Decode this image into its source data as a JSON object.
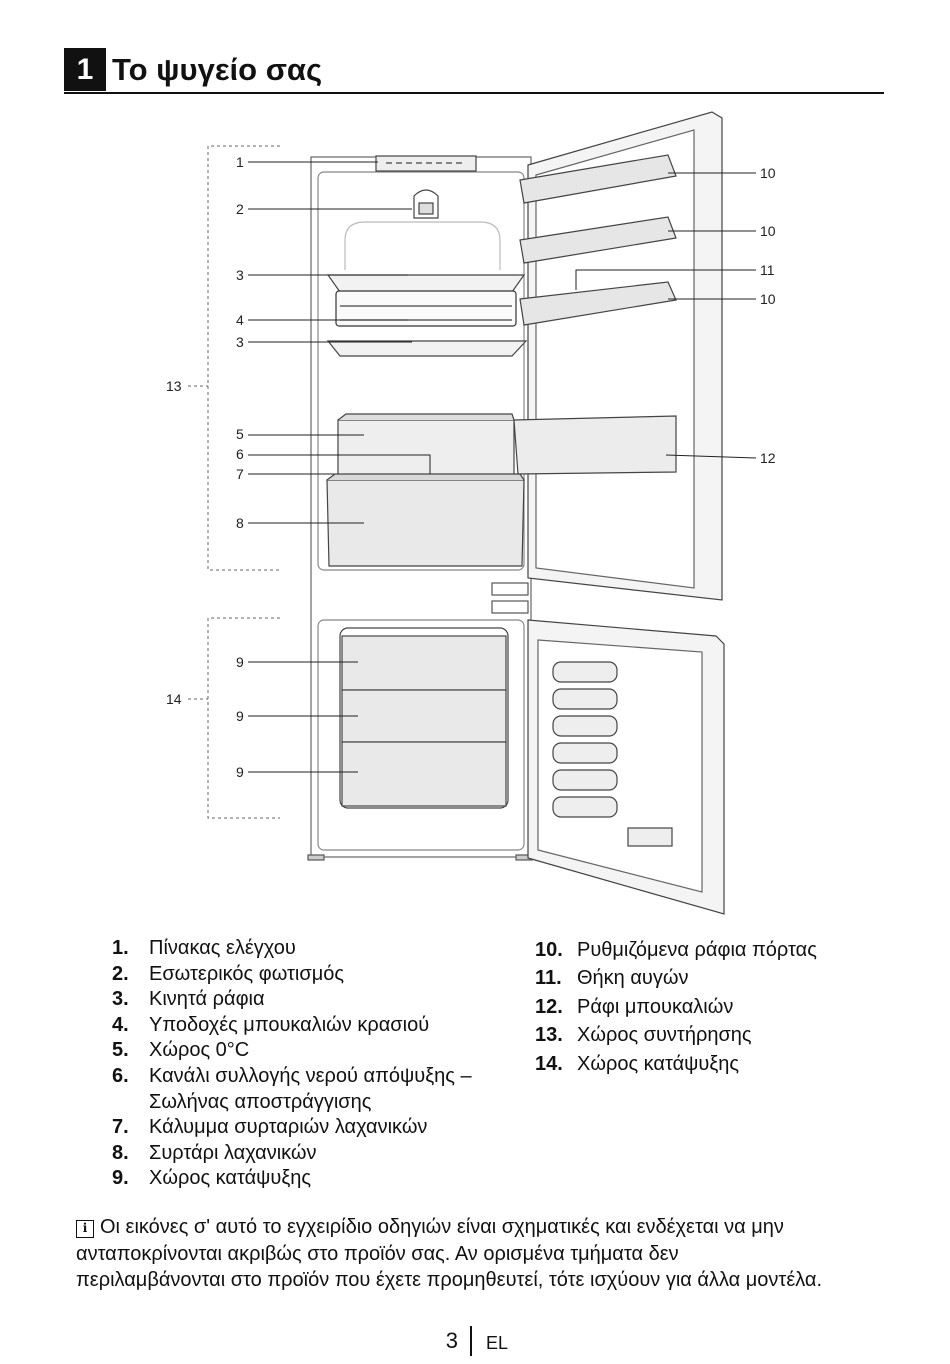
{
  "section": {
    "number": "1",
    "title": "Το ψυγείο σας"
  },
  "callouts": {
    "c1": "1",
    "c2": "2",
    "c3a": "3",
    "c4": "4",
    "c3b": "3",
    "c13": "13",
    "c5": "5",
    "c6": "6",
    "c7": "7",
    "c8": "8",
    "c14": "14",
    "c9a": "9",
    "c9b": "9",
    "c9c": "9",
    "c10a": "10",
    "c10b": "10",
    "c11": "11",
    "c10c": "10",
    "c12": "12"
  },
  "legend": {
    "left": [
      {
        "num": "1.",
        "text": "Πίνακας ελέγχου"
      },
      {
        "num": "2.",
        "text": "Εσωτερικός φωτισμός"
      },
      {
        "num": "3.",
        "text": "Κινητά ράφια"
      },
      {
        "num": "4.",
        "text": "Υποδοχές μπουκαλιών κρασιού"
      },
      {
        "num": "5.",
        "text": "Χώρος 0°C"
      },
      {
        "num": "6.",
        "text": "Κανάλι συλλογής νερού απόψυξης –",
        "text2": "Σωλήνας αποστράγγισης"
      },
      {
        "num": "7.",
        "text": "Κάλυμμα συρταριών λαχανικών"
      },
      {
        "num": "8.",
        "text": "Συρτάρι λαχανικών"
      },
      {
        "num": "9.",
        "text": "Χώρος κατάψυξης"
      }
    ],
    "right": [
      {
        "num": "10.",
        "text": "Ρυθμιζόμενα ράφια πόρτας"
      },
      {
        "num": "11.",
        "text": "Θήκη αυγών"
      },
      {
        "num": "12.",
        "text": "Ράφι μπουκαλιών"
      },
      {
        "num": "13.",
        "text": "Χώρος συντήρησης"
      },
      {
        "num": "14.",
        "text": "Χώρος κατάψυξης"
      }
    ]
  },
  "note": {
    "icon": "info-icon",
    "line1": "Οι εικόνες σ' αυτό το εγχειρίδιο οδηγιών είναι σχηματικές και ενδέχεται να μην",
    "line2": "ανταποκρίνονται ακριβώς στο προϊόν σας. Αν ορισμένα τμήματα δεν",
    "line3": "περιλαμβάνονται στο προϊόν που έχετε προμηθευτεί, τότε ισχύουν για άλλα μοντέλα."
  },
  "footer": {
    "page": "3",
    "lang": "EL"
  }
}
